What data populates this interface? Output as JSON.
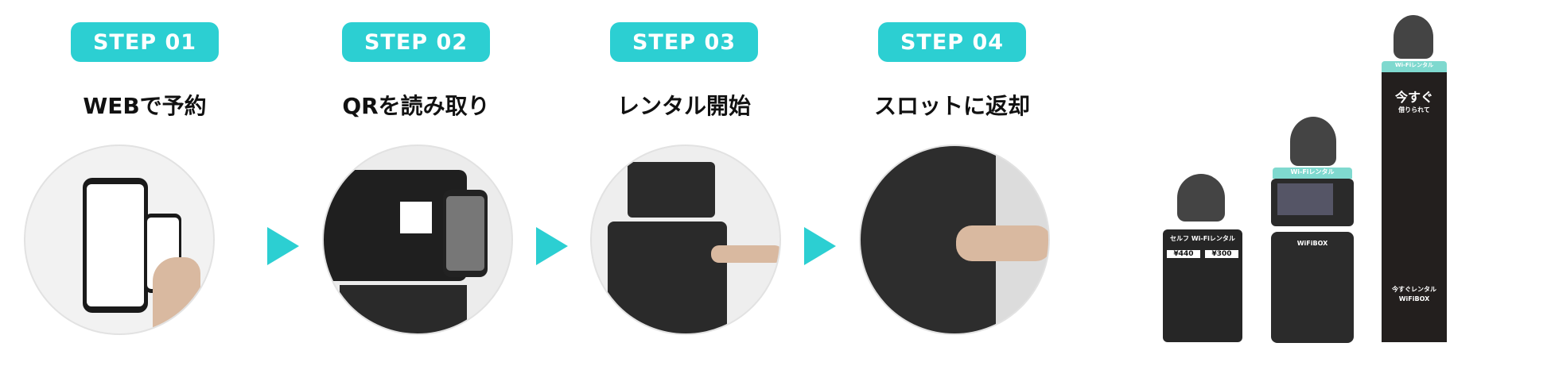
{
  "steps": [
    {
      "badge": "STEP 01",
      "label": "WEBで予約"
    },
    {
      "badge": "STEP 02",
      "label": "QRを読み取り"
    },
    {
      "badge": "STEP 03",
      "label": "レンタル開始"
    },
    {
      "badge": "STEP 04",
      "label": "スロットに返却"
    }
  ],
  "products": {
    "small": {
      "title": "セルフ Wi-Fiレンタル",
      "price1": "¥440",
      "price2": "¥300"
    },
    "medium": {
      "header": "Wi-Fiレンタル",
      "brand": "WiFiBOX"
    },
    "tall": {
      "header": "Wi-Fiレンタル",
      "headline": "今すぐ",
      "subline": "借りられて",
      "tagline": "今すぐレンタル",
      "brand": "WiFiBOX"
    }
  },
  "colors": {
    "accent": "#2ccfd2",
    "device": "#2a2a2a"
  }
}
